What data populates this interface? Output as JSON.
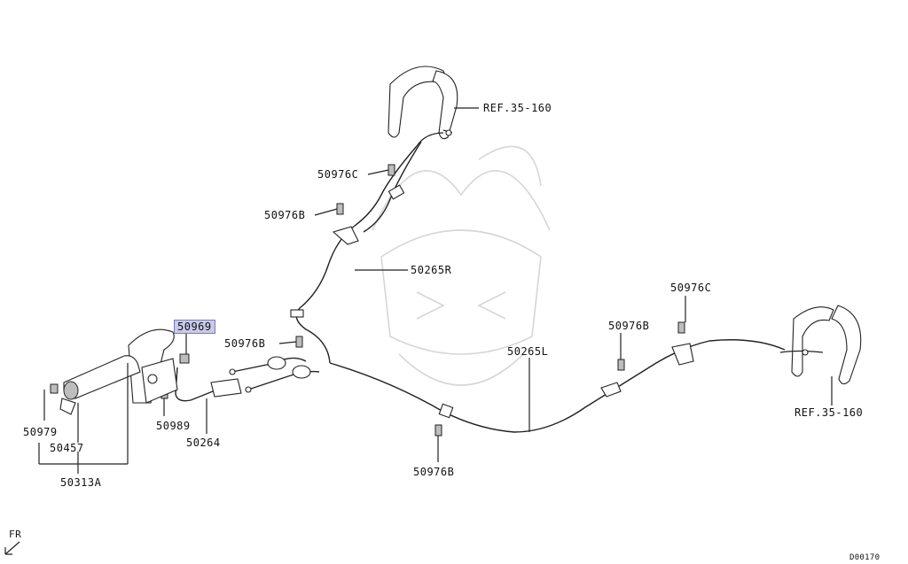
{
  "labels": {
    "ref_top": "REF.35-160",
    "p50976C_top": "50976C",
    "p50976B_upper": "50976B",
    "p50265R": "50265R",
    "p50969": "50969",
    "p50976B_mid": "50976B",
    "p50979": "50979",
    "p50989": "50989",
    "p50457": "50457",
    "p50264": "50264",
    "p50313A": "50313A",
    "p50976C_right": "50976C",
    "p50976B_right": "50976B",
    "p50265L": "50265L",
    "p50976B_bottom": "50976B",
    "ref_right": "REF.35-160",
    "fr": "FR",
    "code": "D00170"
  },
  "highlight_color": "#c9c9e8"
}
